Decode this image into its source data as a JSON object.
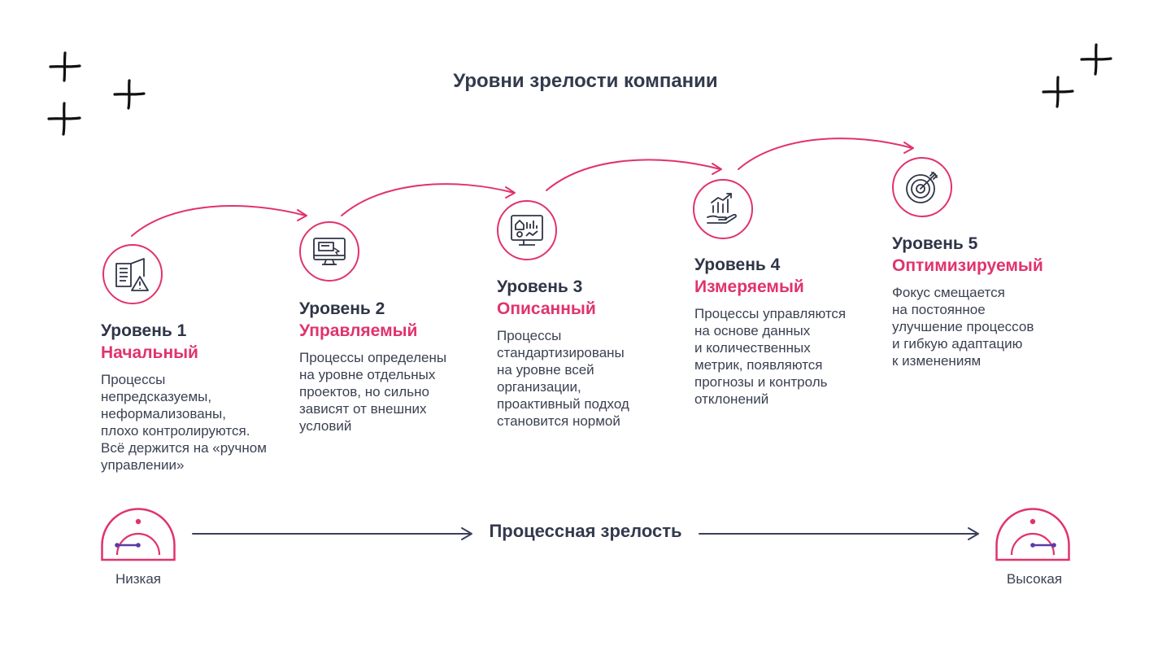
{
  "title": "Уровни зрелости компании",
  "colors": {
    "accent": "#e0336c",
    "text": "#2f3547",
    "axis": "#3a3f5c",
    "needle": "#5b3aa8"
  },
  "levels": [
    {
      "number": "Уровень 1",
      "name": "Начальный",
      "icon": "book-warning-icon",
      "desc": [
        "Процессы",
        "непредсказуемы,",
        "неформализованы,",
        "плохо контролируются.",
        "Всё держится на «ручном",
        "управлении»"
      ]
    },
    {
      "number": "Уровень 2",
      "name": "Управляемый",
      "icon": "monitor-icon",
      "desc": [
        "Процессы определены",
        "на уровне отдельных",
        "проектов, но сильно",
        "зависят от внешних",
        "условий"
      ]
    },
    {
      "number": "Уровень 3",
      "name": "Описанный",
      "icon": "dashboard-icon",
      "desc": [
        "Процессы",
        "стандартизированы",
        "на уровне всей",
        "организации,",
        "проактивный подход",
        "становится нормой"
      ]
    },
    {
      "number": "Уровень 4",
      "name": "Измеряемый",
      "icon": "growth-chart-hand-icon",
      "desc": [
        "Процессы управляются",
        "на основе данных",
        "и количественных",
        "метрик, появляются",
        "прогнозы и контроль",
        "отклонений"
      ]
    },
    {
      "number": "Уровень 5",
      "name": "Оптимизируемый",
      "icon": "target-arrow-icon",
      "desc": [
        "Фокус смещается",
        "на постоянное",
        "улучшение процессов",
        "и гибкую адаптацию",
        "к изменениям"
      ]
    }
  ],
  "axis": {
    "label": "Процессная зрелость",
    "low_label": "Низкая",
    "high_label": "Высокая"
  }
}
